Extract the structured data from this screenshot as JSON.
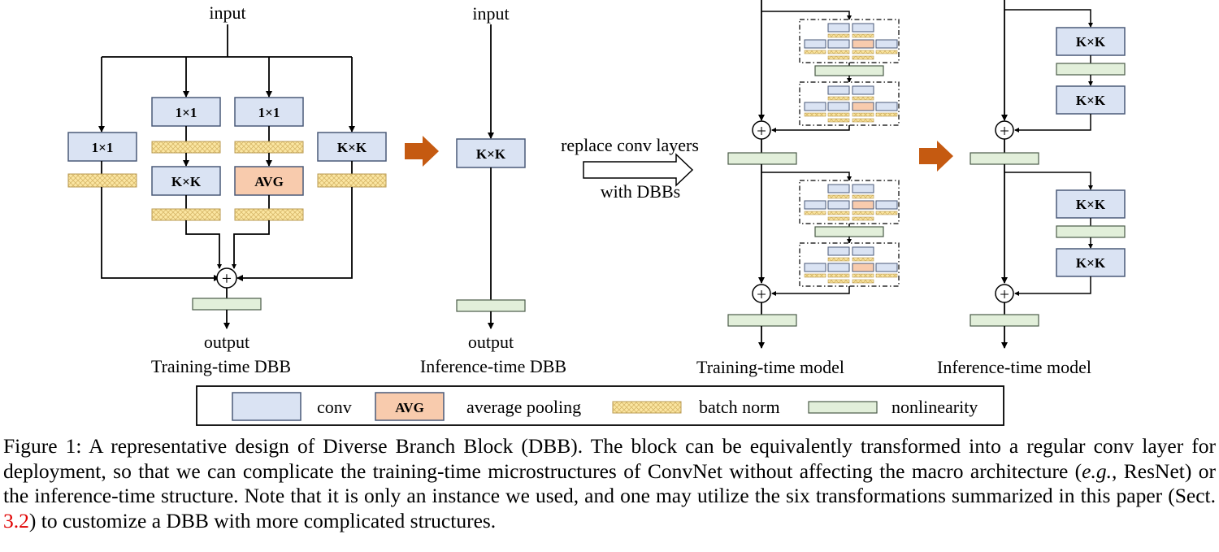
{
  "colors": {
    "conv_fill": "#dae3f3",
    "conv_stroke": "#4a5a78",
    "avg_fill": "#f8cbad",
    "bn_fill": "#fbe6a2",
    "nonlin_fill": "#e2efda",
    "arrow_orange": "#c55a11"
  },
  "training_dbb": {
    "input_label": "input",
    "output_label": "output",
    "title": "Training-time DBB",
    "branch1_conv": "1×1",
    "branch2_conv1": "1×1",
    "branch2_conv2": "K×K",
    "branch3_conv": "1×1",
    "branch3_avg": "AVG",
    "branch4_conv": "K×K",
    "plus": "+"
  },
  "inference_dbb": {
    "input_label": "input",
    "output_label": "output",
    "title": "Inference-time DBB",
    "conv": "K×K"
  },
  "replace_arrow": {
    "line1": "replace conv layers",
    "line2": "with DBBs"
  },
  "training_model": {
    "title": "Training-time model",
    "plus": "+"
  },
  "inference_model": {
    "title": "Inference-time model",
    "conv": "K×K",
    "plus": "+"
  },
  "legend": {
    "conv": "conv",
    "avg_box": "AVG",
    "avg": "average pooling",
    "bn": "batch norm",
    "nonlin": "nonlinearity"
  },
  "caption": {
    "text_before": "Figure 1: A representative design of Diverse Branch Block (DBB). The block can be equivalently transformed into a regular conv layer for deployment, so that we can complicate the training-time microstructures of ConvNet without affecting the macro architecture (",
    "eg": "e.g.",
    "text_middle": ", ResNet) or the inference-time structure. Note that it is only an instance we used, and one may utilize the six transformations summarized in this paper (Sect. ",
    "ref": "3.2",
    "text_after": ") to customize a DBB with more complicated structures."
  }
}
